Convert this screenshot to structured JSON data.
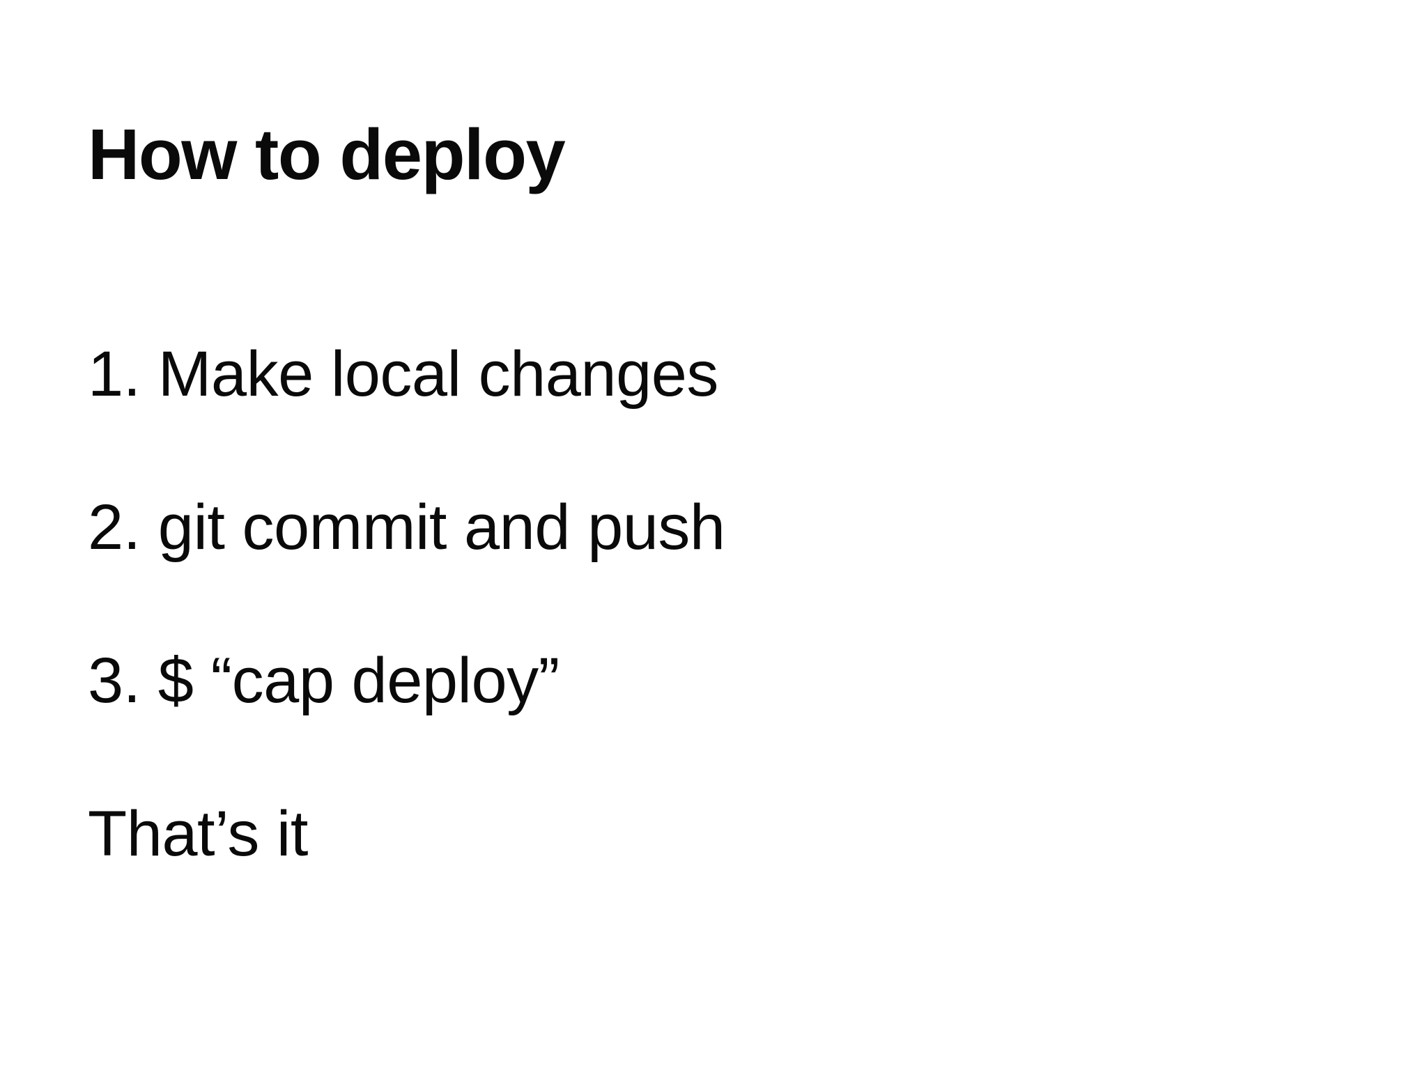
{
  "slide": {
    "title": "How to deploy",
    "background_color": "#ffffff",
    "text_color": "#0a0a0a",
    "steps": [
      {
        "text": "1. Make local changes"
      },
      {
        "text": "2. git commit and push"
      },
      {
        "text": "3. $ “cap deploy”"
      },
      {
        "text": "That’s it"
      }
    ]
  }
}
